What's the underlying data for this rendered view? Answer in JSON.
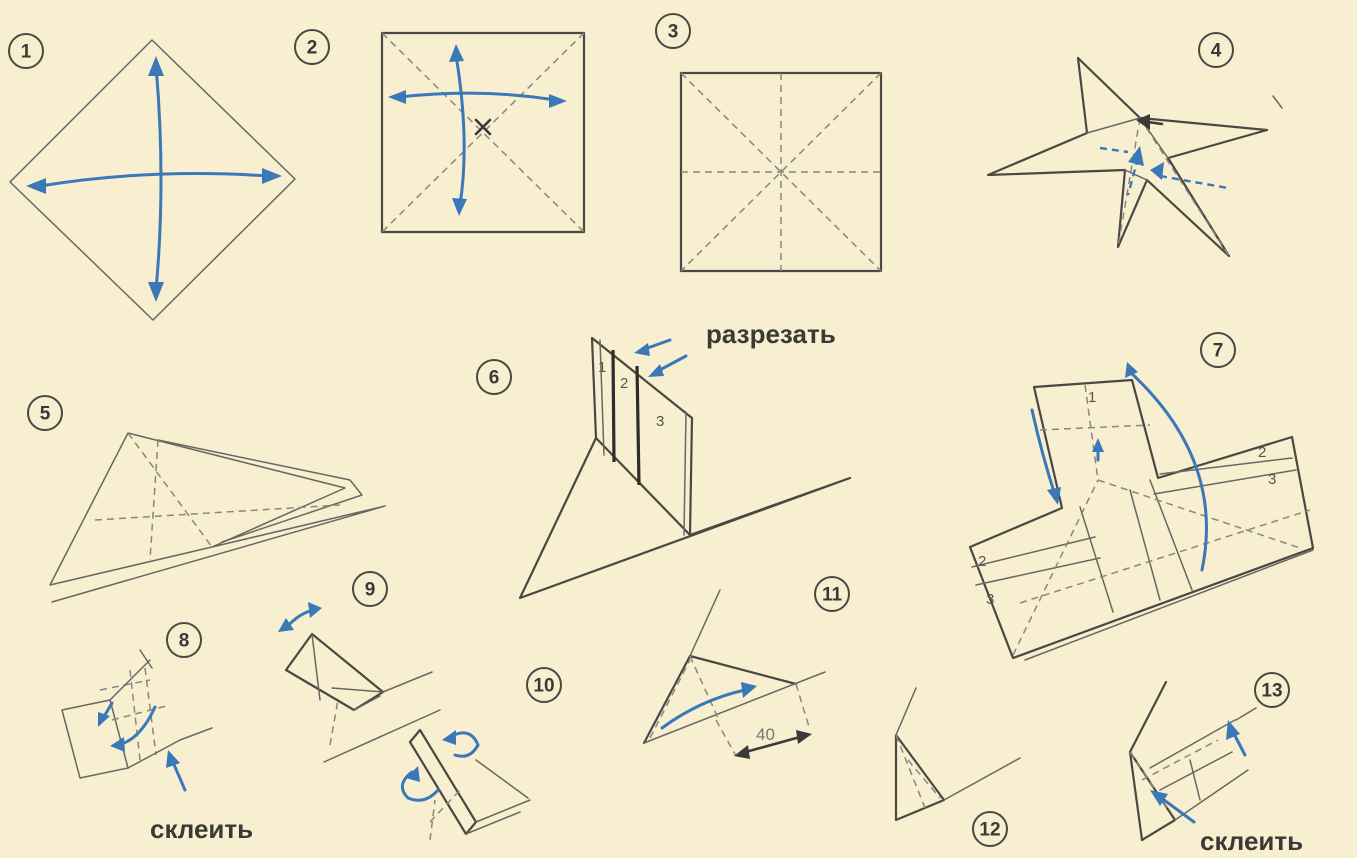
{
  "steps": [
    "1",
    "2",
    "3",
    "4",
    "5",
    "6",
    "7",
    "8",
    "9",
    "10",
    "11",
    "12",
    "13"
  ],
  "labels": {
    "cut": "разрезать",
    "glue_left": "склеить",
    "glue_right": "склеить"
  },
  "panel_numbers_step6": [
    "1",
    "2",
    "3"
  ],
  "panel_numbers_step7": [
    "1",
    "2",
    "3",
    "2",
    "3"
  ],
  "dimension": "40",
  "colors": {
    "background": "#f7efcf",
    "arrow_blue": "#3a78b8",
    "line": "#4a4744"
  }
}
